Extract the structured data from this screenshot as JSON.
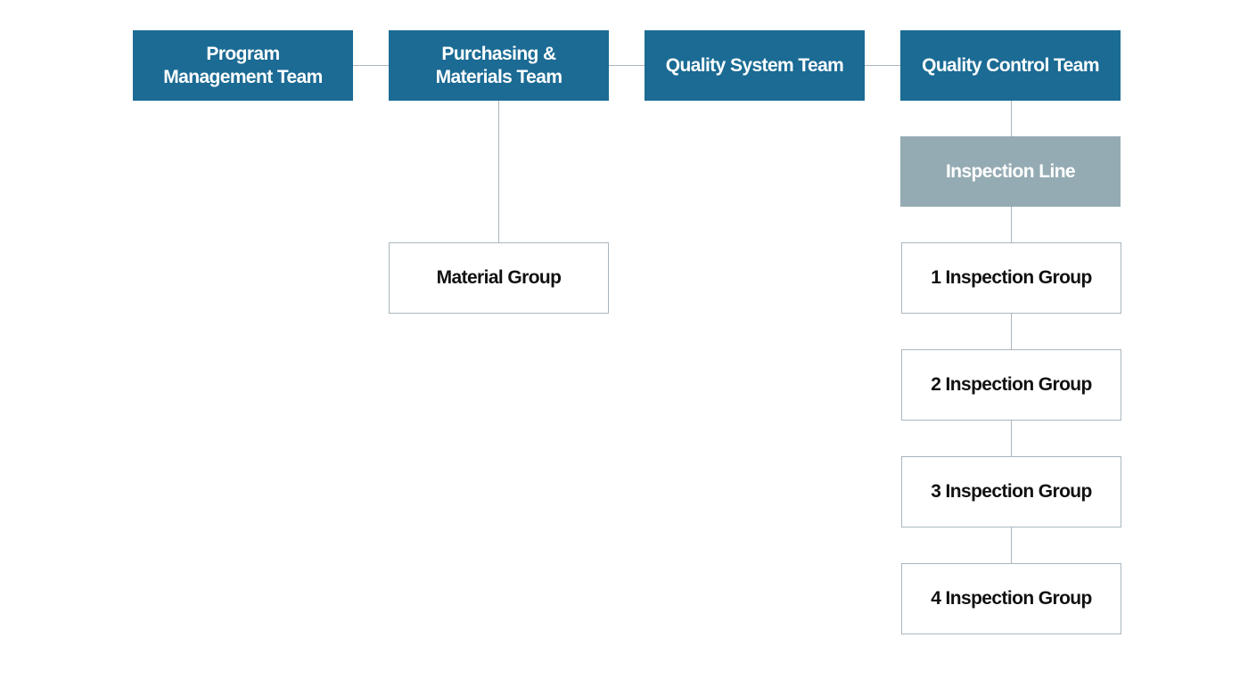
{
  "teams": [
    {
      "label": "Program\nManagement Team"
    },
    {
      "label": "Purchasing &\nMaterials Team"
    },
    {
      "label": "Quality System Team"
    },
    {
      "label": "Quality Control Team"
    }
  ],
  "purchasing_children": [
    {
      "label": "Material Group"
    }
  ],
  "quality_control_children": {
    "line": {
      "label": "Inspection Line"
    },
    "groups": [
      {
        "label": "1 Inspection Group"
      },
      {
        "label": "2 Inspection Group"
      },
      {
        "label": "3 Inspection Group"
      },
      {
        "label": "4 Inspection Group"
      }
    ]
  },
  "colors": {
    "team_fill": "#1b6b94",
    "line_fill": "#95abb3",
    "connector": "#a9b6bd",
    "group_text": "#111111"
  }
}
